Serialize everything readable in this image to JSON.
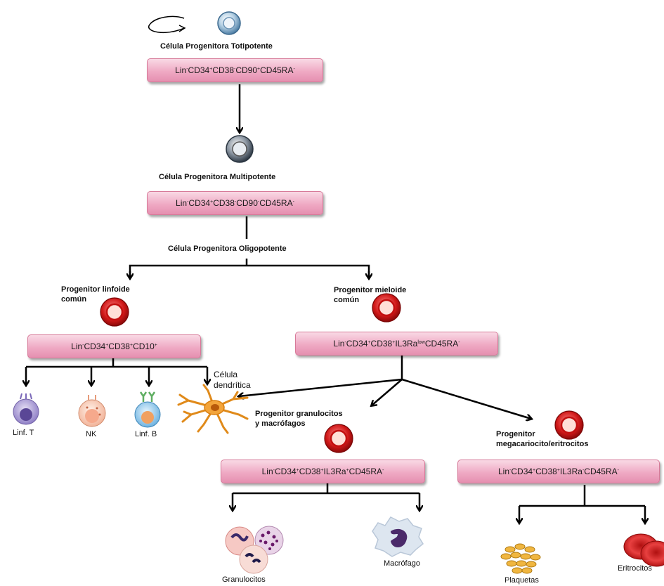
{
  "nodes": {
    "totipotent": {
      "label": "Célula Progenitora Totipotente",
      "marker": [
        "Lin",
        "-",
        "CD34",
        "+",
        "CD38",
        "-",
        "CD90",
        "+",
        "CD45RA",
        "-"
      ]
    },
    "multipotent": {
      "label": "Célula Progenitora Multipotente",
      "marker": [
        "Lin",
        "-",
        "CD34",
        "+",
        "CD38",
        "-",
        "CD90",
        "-",
        "CD45RA",
        "-"
      ]
    },
    "oligopotent": {
      "label": "Célula Progenitora Oligopotente"
    },
    "lymphoid": {
      "label_line1": "Progenitor linfoide",
      "label_line2": "común",
      "marker": [
        "Lin",
        "-",
        "CD34",
        "+",
        "CD38",
        "+",
        "CD10",
        "+"
      ]
    },
    "myeloid": {
      "label_line1": "Progenitor mieloide",
      "label_line2": "común",
      "marker": [
        "Lin",
        "-",
        "CD34",
        "+",
        "CD38",
        "+",
        "IL3Ra",
        "low",
        "CD45RA",
        "-"
      ]
    },
    "granulo_macro": {
      "label_line1": "Progenitor granulocitos",
      "label_line2": "y macrófagos",
      "marker": [
        "Lin",
        "-",
        "CD34",
        "+",
        "CD38",
        "+",
        "IL3Ra",
        "+",
        "CD45RA",
        "-"
      ]
    },
    "mega_ery": {
      "label_line1": "Progenitor",
      "label_line2": "megacariocito/eritrocitos",
      "marker": [
        "Lin",
        "-",
        "CD34",
        "+",
        "CD38",
        "+",
        "IL3Ra",
        "-",
        "CD45RA",
        "-"
      ]
    }
  },
  "cells": {
    "linf_t": "Linf. T",
    "nk": "NK",
    "linf_b": "Linf. B",
    "dendritic_line1": "Célula",
    "dendritic_line2": "dendrítica",
    "granulocitos": "Granulocitos",
    "macrofago": "Macrófago",
    "plaquetas": "Plaquetas",
    "eritrocitos": "Eritrocitos"
  },
  "colors": {
    "box_fill": "#efaac4",
    "box_border": "#d77a99",
    "progenitor_red": "#d01818",
    "arrow": "#000000"
  }
}
